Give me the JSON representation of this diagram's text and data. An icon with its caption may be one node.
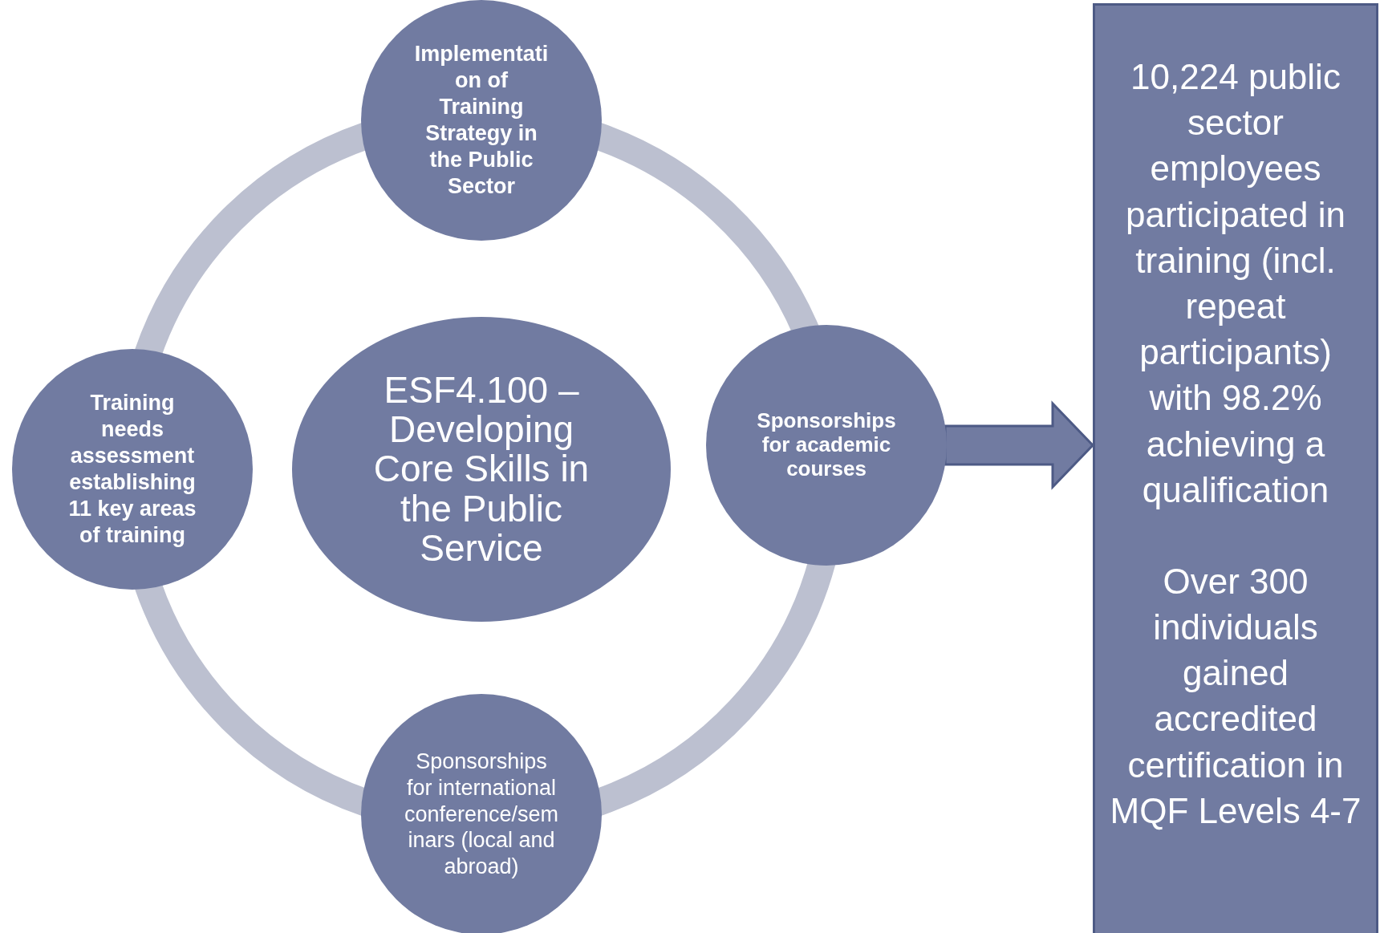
{
  "diagram": {
    "nodes": [
      {
        "text": [
          "Implementation of Training Strategy in the Public Sector"
        ]
      },
      {
        "text": [
          "Training needs assessment establishing 11 key areas of training"
        ]
      },
      {
        "text": [
          "ESF4.100 – Developing Core Skills in the Public Service"
        ]
      },
      {
        "text": [
          "Sponsorships for academic courses"
        ]
      },
      {
        "text": [
          "Sponsorships for international conference/seminars (local and abroad)"
        ]
      },
      {
        "text": [
          "10,224 public sector employees participated in training (incl. repeat participants) with 98.2% achieving a qualification",
          "Over 300 individuals gained accredited certification in MQF Levels 4-7"
        ]
      }
    ],
    "edges": [
      {
        "from": 1,
        "to": 0,
        "arrow": "none"
      },
      {
        "from": 0,
        "to": 3,
        "arrow": "none"
      },
      {
        "from": 3,
        "to": 4,
        "arrow": "none"
      },
      {
        "from": 4,
        "to": 1,
        "arrow": "none"
      },
      {
        "from": 3,
        "to": 5,
        "arrow": "to",
        "style": "thick",
        "color": "#717ba1"
      }
    ]
  }
}
